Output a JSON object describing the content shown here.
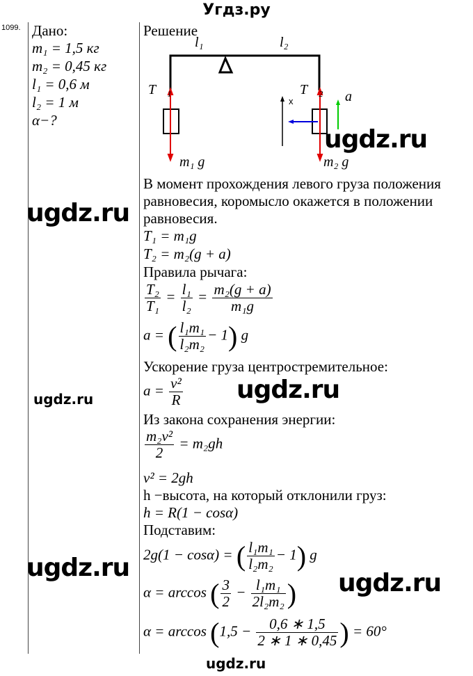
{
  "header": "Угдз.ру",
  "number": "1099.",
  "given": [
    "m₁ = 1,5 кг",
    "m₂ = 0,45 кг",
    "l₁ = 0,6 м",
    "l₂ = 1 м",
    "α−?"
  ],
  "given_title": "Дано:",
  "solution_title": "Решение",
  "diagram": {
    "l1": "l₁",
    "l2": "l₂",
    "T1": "T⃗₁",
    "T2": "T⃗₂",
    "x": "x",
    "a": "a⃗",
    "m1g": "m₁ g⃗",
    "m2g": "m₂ g⃗",
    "colors": {
      "tension": "#e00000",
      "velocity": "#0000dd",
      "accel": "#00cc00"
    }
  },
  "text": {
    "p1": "В момент прохождения левого груза положения",
    "p2": "равновесия, коромысло окажется в положении",
    "p3": "равновесия.",
    "e1": "T₁ = m₁g",
    "e2": "T₂ = m₂(g + a)",
    "p4": "Правила рычага:",
    "f1": {
      "n1": "T₂",
      "d1": "T₁",
      "eq": "=",
      "n2": "l₁",
      "d2": "l₂",
      "eq2": "=",
      "n3": "m₂(g + a)",
      "d3": "m₁g"
    },
    "f2": {
      "lhs": "a =",
      "n": "l₁m₁",
      "d": "l₂m₂",
      "rest": "− 1",
      "tail": "g"
    },
    "p5": "Ускорение груза центростремительное:",
    "f3": {
      "lhs": "a =",
      "n": "v²",
      "d": "R"
    },
    "p6": "Из закона сохранения энергии:",
    "f4": {
      "n": "m₂v²",
      "d": "2",
      "rhs": "= m₂gh"
    },
    "e3": "v² = 2gh",
    "p7": "h −высота, на который отклонили груз:",
    "e4": "h = R(1 − cosα)",
    "p8": "Подставим:",
    "f5": {
      "lhs": "2g(1 − cosα) =",
      "n": "l₁m₁",
      "d": "l₂m₂",
      "rest": "− 1",
      "tail": "g"
    },
    "f6": {
      "lhs": "α = arccos",
      "n1": "3",
      "d1": "2",
      "mid": "−",
      "n2": "l₁m₁",
      "d2": "2l₂m₂"
    },
    "f7": {
      "lhs": "α = arccos",
      "pre": "1,5 −",
      "n": "0,6 ∗ 1,5",
      "d": "2 ∗ 1 ∗ 0,45",
      "rhs": "= 60°"
    }
  },
  "watermarks": [
    "ugdz.ru",
    "ugdz.ru",
    "ugdz.ru",
    "ugdz.ru",
    "ugdz.ru",
    "ugdz.ru",
    "ugdz.ru"
  ]
}
